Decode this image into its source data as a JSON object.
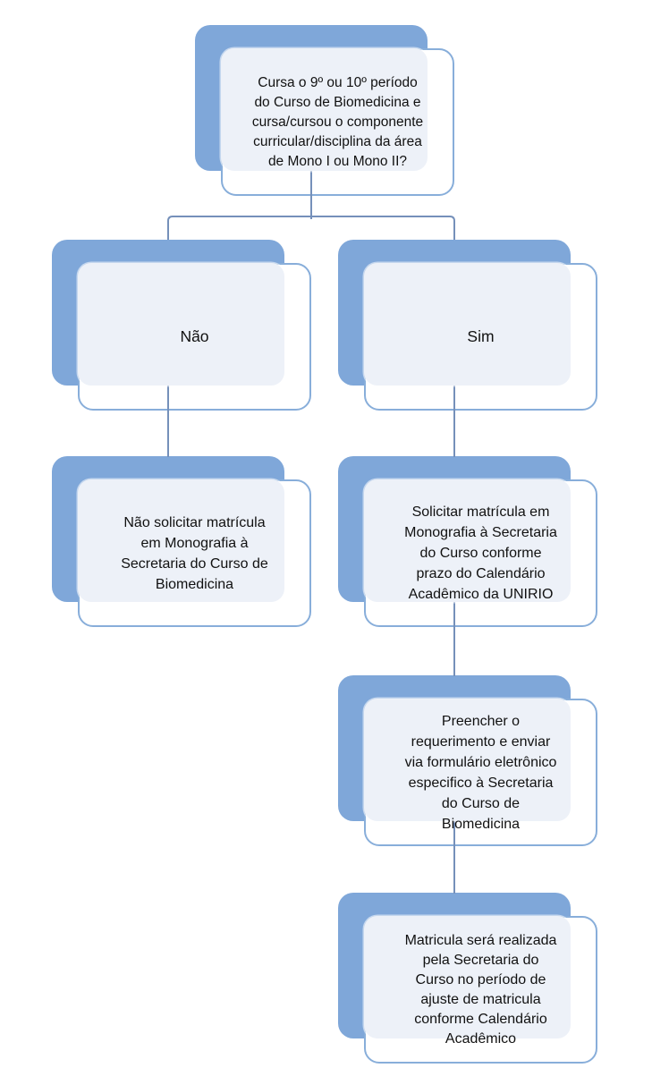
{
  "diagram": {
    "type": "flowchart",
    "language": "pt-BR",
    "topic": "Matrícula em Monografia - Curso de Biomedicina"
  },
  "colors": {
    "background": "#FFFFFF",
    "shape_fill": "#7FA7D9",
    "face_border": "#88AEDA",
    "tint_fill": "#EDF1F8",
    "connector": "#7590BA",
    "text": "#111111"
  },
  "nodes": [
    {
      "id": "question",
      "role": "decision",
      "text": "Cursa o 9º ou 10º período\ndo Curso de Biomedicina e\ncursa/cursou o componente\ncurricular/disciplina da área\nde Mono I ou Mono II?"
    },
    {
      "id": "answer-no",
      "role": "answer",
      "text": "Não"
    },
    {
      "id": "answer-yes",
      "role": "answer",
      "text": "Sim"
    },
    {
      "id": "no-outcome",
      "role": "process",
      "text": "Não solicitar matrícula\nem Monografia à\nSecretaria do Curso de\nBiomedicina"
    },
    {
      "id": "yes-step-1",
      "role": "process",
      "text": "Solicitar matrícula em\nMonografia à Secretaria\ndo Curso conforme\nprazo do Calendário\nAcadêmico da UNIRIO"
    },
    {
      "id": "yes-step-2",
      "role": "process",
      "text": "Preencher o\nrequerimento e enviar\nvia formulário eletrônico\nespecifico à Secretaria\ndo Curso de\nBiomedicina"
    },
    {
      "id": "yes-step-3",
      "role": "process",
      "text": "Matricula será realizada\npela Secretaria do\nCurso no período de\najuste de matricula\nconforme Calendário\nAcadêmico"
    }
  ]
}
